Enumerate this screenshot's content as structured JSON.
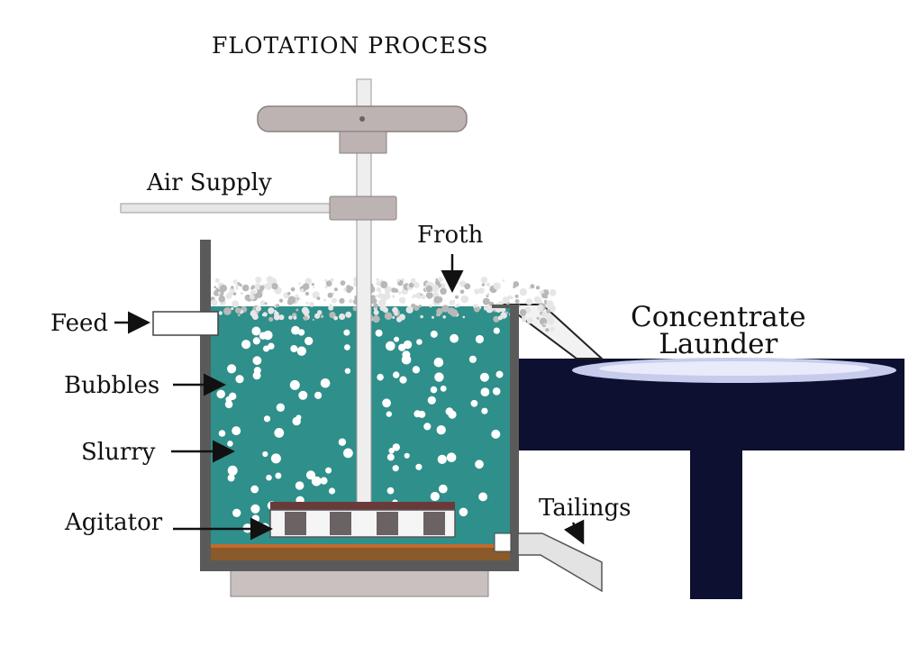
{
  "title": "FLOTATION PROCESS",
  "labels": {
    "air_supply": "Air Supply",
    "froth": "Froth",
    "feed": "Feed",
    "bubbles": "Bubbles",
    "slurry": "Slurry",
    "agitator": "Agitator",
    "tailings": "Tailings",
    "concentrate": "Concentrate",
    "launder": "Launder"
  },
  "colors": {
    "slurry": "#2f8f8a",
    "tank_wall": "#5a5a5a",
    "launder": "#0d1030",
    "launder_top": "#c8ccec",
    "pipe": "#d9d9d9",
    "motor": "#bdb3b3",
    "froth": "#e6e6e6",
    "sediment": "#8a5a2a",
    "base": "#c9c0c0"
  }
}
